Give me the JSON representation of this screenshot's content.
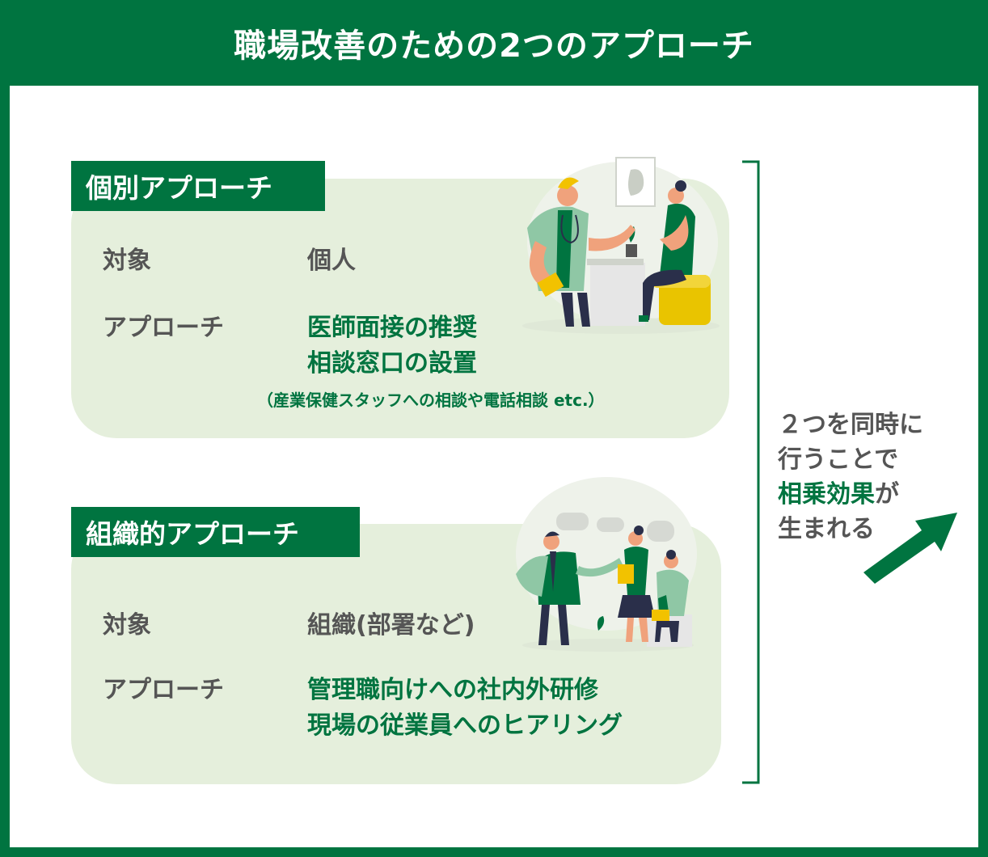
{
  "title": "職場改善のための2つのアプローチ",
  "individual": {
    "tag": "個別アプローチ",
    "target_label": "対象",
    "target_value": "個人",
    "approach_label": "アプローチ",
    "approach_lines": [
      "医師面接の推奨",
      "相談窓口の設置"
    ],
    "note": "（産業保健スタッフへの相談や電話相談 etc.）"
  },
  "organizational": {
    "tag": "組織的アプローチ",
    "target_label": "対象",
    "target_value": "組織(部署など)",
    "approach_label": "アプローチ",
    "approach_lines": [
      "管理職向けへの社内外研修",
      "現場の従業員へのヒアリング"
    ]
  },
  "synergy": {
    "line1": "２つを同時に",
    "line2": "行うことで",
    "highlight": "相乗効果",
    "line3_suffix": "が",
    "line4": "生まれる"
  },
  "colors": {
    "brand_green": "#007440",
    "card_bg": "#e5efdc",
    "text_gray": "#555555",
    "illustration_yellow": "#e9c400"
  },
  "icons": {
    "individual_illustration": "doctor-consultation-illustration",
    "organizational_illustration": "team-meeting-illustration",
    "arrow": "up-right-arrow-icon"
  }
}
